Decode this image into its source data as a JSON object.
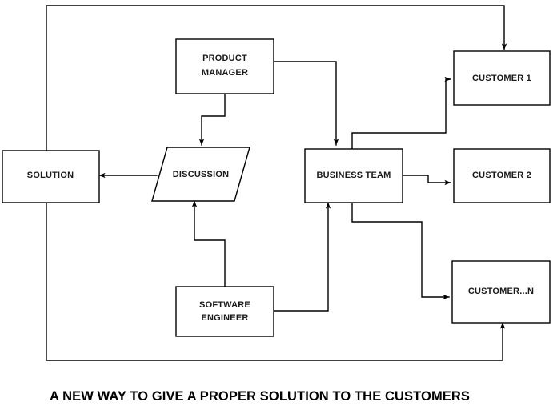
{
  "diagram": {
    "title": "A NEW WAY TO GIVE A PROPER SOLUTION TO THE CUSTOMERS",
    "caption": "A NEW WAY TO GIVE A PROPER SOLUTION TO THE CUSTOMERS",
    "colors": {
      "background": "#ffffff",
      "stroke": "#000000",
      "text": "#1a1a1a",
      "caption": "#000000"
    },
    "nodes": [
      {
        "id": "product-manager",
        "label_line1": "PRODUCT",
        "label_line2": "MANAGER",
        "shape": "rectangle"
      },
      {
        "id": "solution",
        "label_line1": "SOLUTION",
        "label_line2": "",
        "shape": "rectangle"
      },
      {
        "id": "discussion",
        "label_line1": "DISCUSSION",
        "label_line2": "",
        "shape": "parallelogram"
      },
      {
        "id": "business-team",
        "label_line1": "BUSINESS TEAM",
        "label_line2": "",
        "shape": "rectangle"
      },
      {
        "id": "software-engineer",
        "label_line1": "SOFTWARE",
        "label_line2": "ENGINEER",
        "shape": "rectangle"
      },
      {
        "id": "customer-1",
        "label_line1": "CUSTOMER 1",
        "label_line2": "",
        "shape": "rectangle"
      },
      {
        "id": "customer-2",
        "label_line1": "CUSTOMER 2",
        "label_line2": "",
        "shape": "rectangle"
      },
      {
        "id": "customer-n",
        "label_line1": "CUSTOMER...N",
        "label_line2": "",
        "shape": "rectangle"
      }
    ],
    "edges": [
      {
        "id": "pm-to-discussion",
        "from": "product-manager",
        "to": "discussion",
        "arrow": true
      },
      {
        "id": "pm-to-business-team",
        "from": "product-manager",
        "to": "business-team",
        "arrow": true
      },
      {
        "id": "discussion-to-solution",
        "from": "discussion",
        "to": "solution",
        "arrow": true
      },
      {
        "id": "software-engineer-to-discussion",
        "from": "software-engineer",
        "to": "discussion",
        "arrow": true
      },
      {
        "id": "software-engineer-to-business-team",
        "from": "software-engineer",
        "to": "business-team",
        "arrow": true
      },
      {
        "id": "business-team-to-customer-1",
        "from": "business-team",
        "to": "customer-1",
        "arrow": true
      },
      {
        "id": "business-team-to-customer-2",
        "from": "business-team",
        "to": "customer-2",
        "arrow": true
      },
      {
        "id": "business-team-to-customer-n",
        "from": "business-team",
        "to": "customer-n",
        "arrow": true
      },
      {
        "id": "solution-loop-top-to-customer-1",
        "from": "solution",
        "to": "customer-1",
        "arrow": true
      },
      {
        "id": "solution-loop-bottom-to-customer-n",
        "from": "solution",
        "to": "customer-n",
        "arrow": true
      }
    ]
  }
}
